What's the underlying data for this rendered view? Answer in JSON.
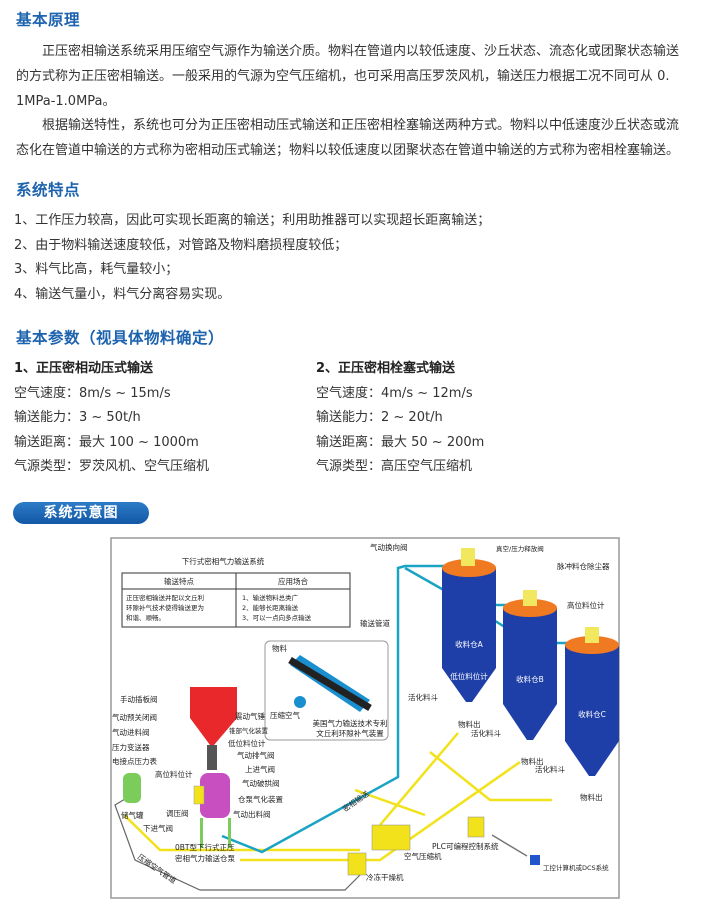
{
  "principle": {
    "title": "基本原理",
    "lines": [
      "正压密相输送系统采用压缩空气源作为输送介质。物料在管道内以较低速度、沙丘状态、流态化或团聚状态输送",
      "的方式称为正压密相输送。一般采用的气源为空气压缩机，也可采用高压罗茨风机，输送压力根据工况不同可从 0.",
      "1MPa-1.0MPa。",
      "根据输送特性，系统也可分为正压密相动压式输送和正压密相栓塞输送两种方式。物料以中低速度沙丘状态或流",
      "态化在管道中输送的方式称为密相动压式输送；物料以较低速度以团聚状态在管道中输送的方式称为密相栓塞输送。"
    ]
  },
  "features": {
    "title": "系统特点",
    "items": [
      "1、工作压力较高，因此可实现长距离的输送；利用助推器可以实现超长距离输送；",
      "2、由于物料输送速度较低，对管路及物料磨损程度较低；",
      "3、料气比高，耗气量较小；",
      "4、输送气量小，料气分离容易实现。"
    ]
  },
  "params": {
    "title": "基本参数（视具体物料确定）",
    "columns": [
      {
        "title": "1、正压密相动压式输送",
        "rows": [
          "空气速度：8m/s ~ 15m/s",
          "输送能力：3 ~ 50t/h",
          "输送距离：最大 100 ~ 1000m",
          "气源类型：罗茨风机、空气压缩机"
        ]
      },
      {
        "title": "2、正压密相栓塞式输送",
        "rows": [
          "空气速度：4m/s ~ 12m/s",
          "输送能力：2 ~ 20t/h",
          "输送距离：最大 50 ~ 200m",
          "气源类型：高压空气压缩机"
        ]
      }
    ]
  },
  "diagram_button": "系统示意图",
  "diagram": {
    "title": "下行式密相气力输送系统",
    "table": {
      "headers": [
        "输送特点",
        "应用场合"
      ],
      "left": [
        "正压密相输送并配以文丘利",
        "环隙补气技术使得输送更为",
        "和谐、顺畅。"
      ],
      "right": [
        "1、输送物料总类广",
        "2、能够长距离输送",
        "3、可以一点向多点输送"
      ]
    },
    "labels": {
      "diverter": "气动换向阀",
      "pipe": "输送管道",
      "inset_material": "物料",
      "inset_air": "压缩空气",
      "inset_caption1": "美国气力输送技术专利",
      "inset_caption2": "文丘利环隙补气装置",
      "manual_gate": "手动插板阀",
      "pre_close": "气动预关闭阀",
      "inlet_valve": "气动进料阀",
      "pressure_tx": "压力变送器",
      "gauge": "电接点压力表",
      "high_level_pump": "高位料位计",
      "tank": "储气罐",
      "regulator": "调压阀",
      "lower_air": "下进气阀",
      "pump_name1": "0BT型下行式正压",
      "pump_name2": "密相气力输送仓泵",
      "air_pipe": "压缩空气管道",
      "hammer": "震动气锤",
      "cone_aerator": "锥部气化装置",
      "low_level": "低位料位计",
      "vent": "气动排气阀",
      "upper_air": "上进气阀",
      "arch_breaker": "气动破拱阀",
      "pump_aerator": "仓泵气化装置",
      "outlet_valve": "气动出料阀",
      "dense": "密相输送",
      "dryer": "冷冻干燥机",
      "compressor": "空气压缩机",
      "plc": "PLC可编程控制系统",
      "dcs": "工控计算机或DCS系统",
      "relief": "真空/压力释放阀",
      "dust": "脉冲料仓除尘器",
      "high_level_silo": "高位料位计",
      "silo_a": "收料仓A",
      "silo_b": "收料仓B",
      "silo_c": "收料仓C",
      "silo_low": "低位料位计",
      "hopper_a": "活化料斗",
      "hopper_b": "活化料斗",
      "hopper_c": "活化料斗",
      "out_a": "物料出",
      "out_b": "物料出",
      "out_c": "物料出"
    }
  },
  "colors": {
    "heading": "#1e63ae",
    "pipe": "#1aa3c4",
    "silo": "#1f3fa8",
    "silo_top": "#f07a22",
    "hopper": "#e8282a",
    "pump": "#c84fc0",
    "control": "#f2e21c"
  }
}
